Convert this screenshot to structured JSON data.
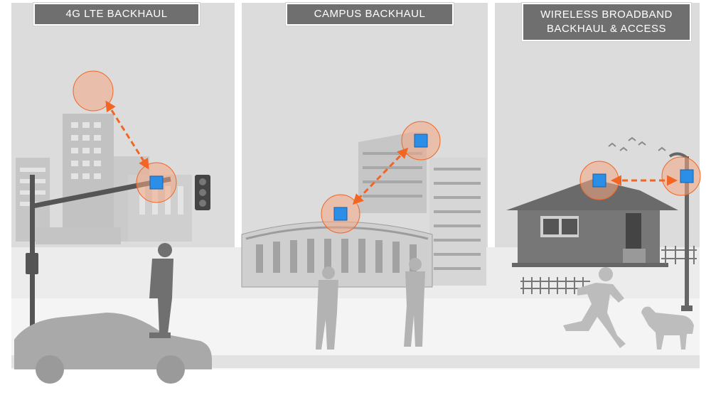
{
  "panels": [
    {
      "title_lines": [
        "4G LTE BACKHAUL"
      ]
    },
    {
      "title_lines": [
        "CAMPUS BACKHAUL"
      ]
    },
    {
      "title_lines": [
        "WIRELESS BROADBAND",
        "BACKHAUL & ACCESS"
      ]
    }
  ],
  "colors": {
    "panel_background": "#dcdcdc",
    "building": "#bdbdbd",
    "silhouette": "#8a8a8a",
    "link_arrow": "#f26522",
    "radio_highlight": "#f4a582",
    "radio_unit": "#2b8fe8"
  },
  "icons": [
    "radio-unit-icon",
    "link-arrow-icon",
    "traffic-light-icon",
    "car-icon",
    "person-icon",
    "house-icon",
    "dog-icon",
    "bird-icon"
  ]
}
